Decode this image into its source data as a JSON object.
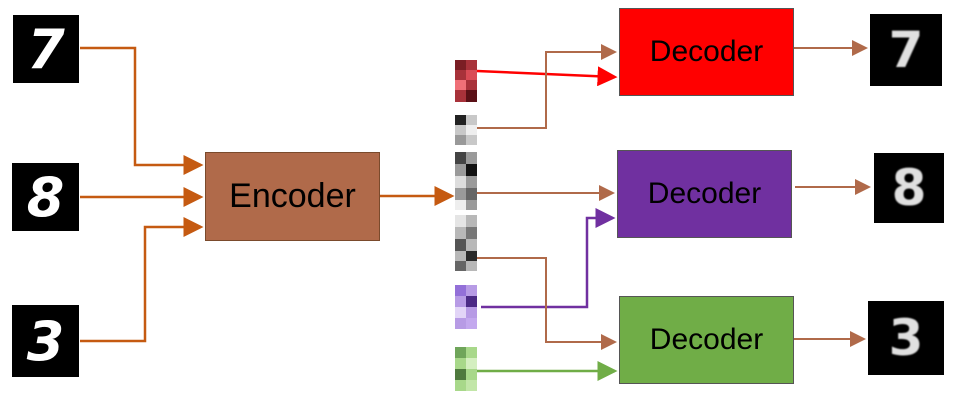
{
  "encoder": {
    "label": "Encoder",
    "color": "#b06a4a"
  },
  "decoders": [
    {
      "label": "Decoder",
      "color": "#ff0000"
    },
    {
      "label": "Decoder",
      "color": "#7030a0"
    },
    {
      "label": "Decoder",
      "color": "#70ad47"
    }
  ],
  "inputs": [
    {
      "digit": "7"
    },
    {
      "digit": "8"
    },
    {
      "digit": "3"
    }
  ],
  "outputs": [
    {
      "digit": "7"
    },
    {
      "digit": "8"
    },
    {
      "digit": "3"
    }
  ],
  "colors": {
    "input_arrow": "#c55a11",
    "latent_arrow": "#b06a4a",
    "red_arrow": "#ff0000",
    "purple_arrow": "#7030a0",
    "green_arrow": "#70ad47"
  }
}
